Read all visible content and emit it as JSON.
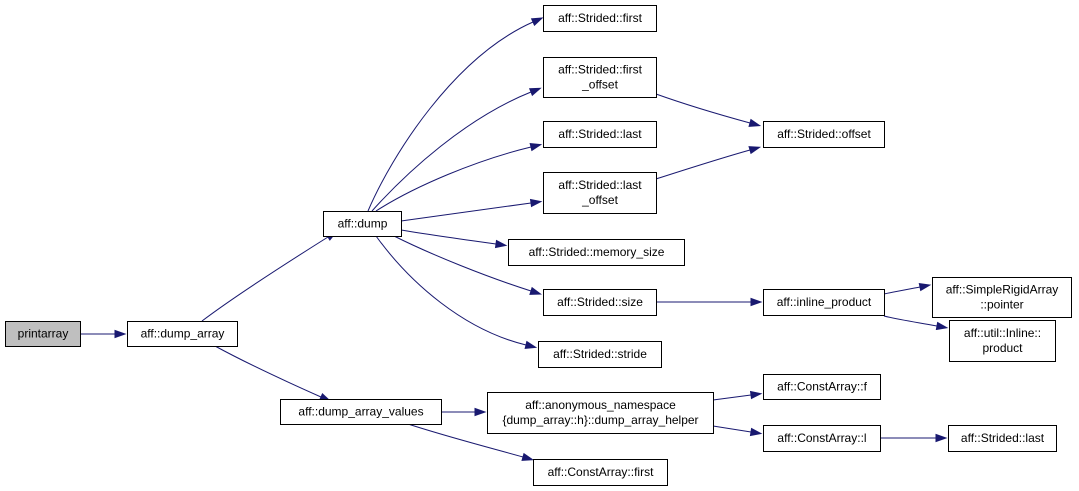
{
  "graph": {
    "colors": {
      "edge": "#191970",
      "root_fill": "#bfbfbf",
      "node_fill": "#ffffff",
      "border": "#000000"
    },
    "nodes": [
      {
        "id": "printarray",
        "lines": [
          "printarray"
        ],
        "root": true
      },
      {
        "id": "dump_array",
        "lines": [
          "aff::dump_array"
        ]
      },
      {
        "id": "dump",
        "lines": [
          "aff::dump"
        ]
      },
      {
        "id": "dump_array_values",
        "lines": [
          "aff::dump_array_values"
        ]
      },
      {
        "id": "s_first",
        "lines": [
          "aff::Strided::first"
        ]
      },
      {
        "id": "s_first_offset",
        "lines": [
          "aff::Strided::first",
          "_offset"
        ]
      },
      {
        "id": "s_last",
        "lines": [
          "aff::Strided::last"
        ]
      },
      {
        "id": "s_last_offset",
        "lines": [
          "aff::Strided::last",
          "_offset"
        ]
      },
      {
        "id": "s_memory_size",
        "lines": [
          "aff::Strided::memory_size"
        ]
      },
      {
        "id": "s_size",
        "lines": [
          "aff::Strided::size"
        ]
      },
      {
        "id": "s_stride",
        "lines": [
          "aff::Strided::stride"
        ]
      },
      {
        "id": "s_offset",
        "lines": [
          "aff::Strided::offset"
        ]
      },
      {
        "id": "inline_product",
        "lines": [
          "aff::inline_product"
        ]
      },
      {
        "id": "pointer",
        "lines": [
          "aff::SimpleRigidArray",
          "::pointer"
        ]
      },
      {
        "id": "inline_prod",
        "lines": [
          "aff::util::Inline::",
          "product"
        ]
      },
      {
        "id": "helper",
        "lines": [
          "aff::anonymous_namespace",
          "{dump_array::h}::dump_array_helper"
        ]
      },
      {
        "id": "ca_first",
        "lines": [
          "aff::ConstArray::first"
        ]
      },
      {
        "id": "ca_f",
        "lines": [
          "aff::ConstArray::f"
        ]
      },
      {
        "id": "ca_l",
        "lines": [
          "aff::ConstArray::l"
        ]
      },
      {
        "id": "s_last2",
        "lines": [
          "aff::Strided::last"
        ]
      }
    ],
    "edges": [
      {
        "from": "printarray",
        "to": "dump_array"
      },
      {
        "from": "dump_array",
        "to": "dump"
      },
      {
        "from": "dump_array",
        "to": "dump_array_values"
      },
      {
        "from": "dump",
        "to": "s_first"
      },
      {
        "from": "dump",
        "to": "s_first_offset"
      },
      {
        "from": "dump",
        "to": "s_last"
      },
      {
        "from": "dump",
        "to": "s_last_offset"
      },
      {
        "from": "dump",
        "to": "s_memory_size"
      },
      {
        "from": "dump",
        "to": "s_size"
      },
      {
        "from": "dump",
        "to": "s_stride"
      },
      {
        "from": "s_first_offset",
        "to": "s_offset"
      },
      {
        "from": "s_last_offset",
        "to": "s_offset"
      },
      {
        "from": "s_size",
        "to": "inline_product"
      },
      {
        "from": "inline_product",
        "to": "pointer"
      },
      {
        "from": "inline_product",
        "to": "inline_prod"
      },
      {
        "from": "dump_array_values",
        "to": "helper"
      },
      {
        "from": "dump_array_values",
        "to": "ca_first"
      },
      {
        "from": "helper",
        "to": "ca_f"
      },
      {
        "from": "helper",
        "to": "ca_l"
      },
      {
        "from": "ca_l",
        "to": "s_last2"
      }
    ]
  }
}
